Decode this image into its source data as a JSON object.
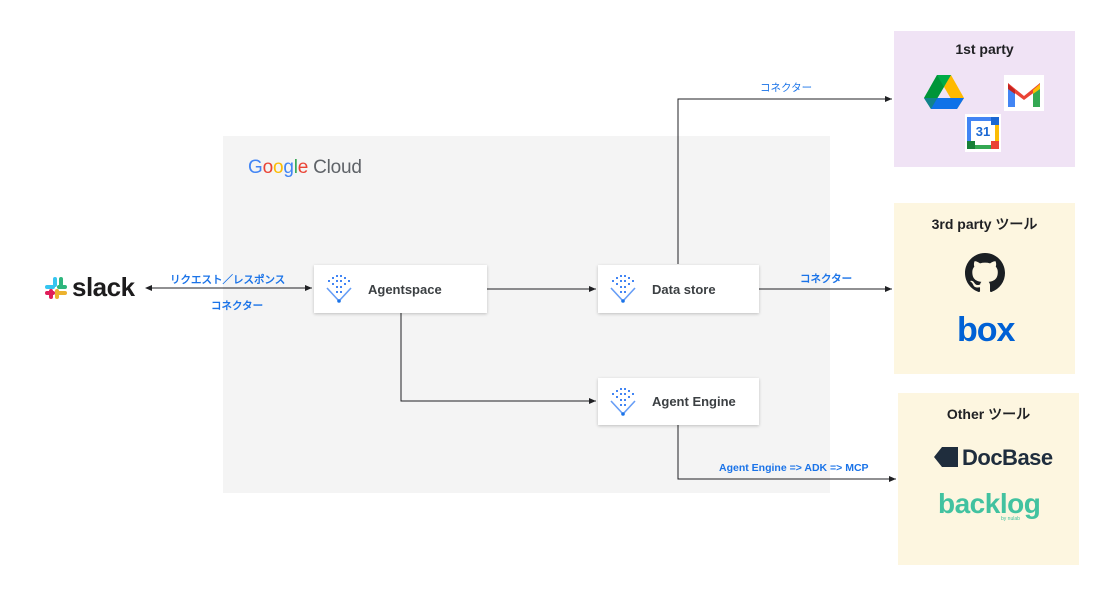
{
  "google_cloud": {
    "brand": "Google Cloud",
    "region_color": "#f4f4f4"
  },
  "nodes": {
    "agentspace": "Agentspace",
    "data_store": "Data store",
    "agent_engine": "Agent Engine"
  },
  "slack": {
    "name": "slack"
  },
  "edges": {
    "slack_request": "リクエスト／レスポンス",
    "slack_connector": "コネクター",
    "datastore_to_first_party": "コネクター",
    "datastore_to_third_party": "コネクター",
    "agent_engine_to_other": "Agent Engine => ADK => MCP"
  },
  "panels": {
    "first_party": {
      "title": "1st party",
      "color": "#f0e3f5",
      "icons": [
        "google-drive-icon",
        "gmail-icon",
        "google-calendar-icon"
      ],
      "calendar_day": "31"
    },
    "third_party": {
      "title": "3rd party ツール",
      "color": "#fdf6e0",
      "icons": [
        "github-icon",
        "box-logo"
      ],
      "box_name": "box"
    },
    "other": {
      "title": "Other ツール",
      "color": "#fdf6e0",
      "docbase_name": "DocBase",
      "backlog_name": "backlog",
      "backlog_byline": "by nulab"
    }
  },
  "colors": {
    "accent_blue": "#1a73e8",
    "edge": "#202124"
  }
}
